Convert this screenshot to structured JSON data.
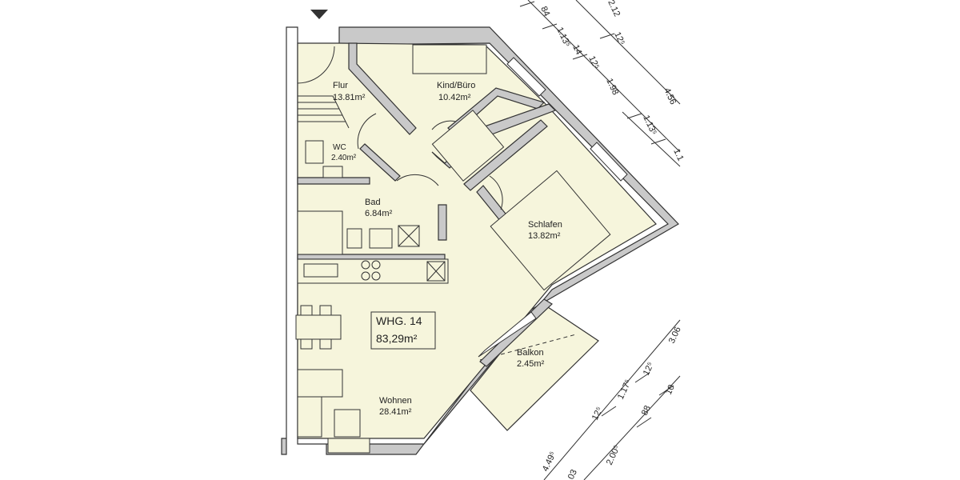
{
  "unit": {
    "title": "WHG. 14",
    "area": "83,29m²"
  },
  "rooms": [
    {
      "id": "flur",
      "name": "Flur",
      "area": "13.81m²"
    },
    {
      "id": "kind",
      "name": "Kind/Büro",
      "area": "10.42m²"
    },
    {
      "id": "wc",
      "name": "WC",
      "area": "2.40m²"
    },
    {
      "id": "bad",
      "name": "Bad",
      "area": "6.84m²"
    },
    {
      "id": "schlafen",
      "name": "Schlafen",
      "area": "13.82m²"
    },
    {
      "id": "balkon",
      "name": "Balkon",
      "area": "2.45m²"
    },
    {
      "id": "wohnen",
      "name": "Wohnen",
      "area": "28.41m²"
    }
  ],
  "dimensions_upper": [
    "84",
    "1.13⁵",
    "14",
    "12⁵",
    "1.98",
    "1.13⁵",
    "1.1",
    "4.56",
    "12⁵",
    "2.12"
  ],
  "dimensions_lower": [
    "3.06",
    "12⁵",
    "1.17⁵",
    "10",
    "88",
    "12⁵",
    "2.00⁵",
    "4.49⁵",
    "03"
  ],
  "colors": {
    "floor": "#f6f5dc",
    "wall": "#c9c9c9",
    "line": "#333333",
    "background": "#ffffff"
  },
  "icons": [
    "north-arrow-icon",
    "stove-icon",
    "sink-icon"
  ]
}
